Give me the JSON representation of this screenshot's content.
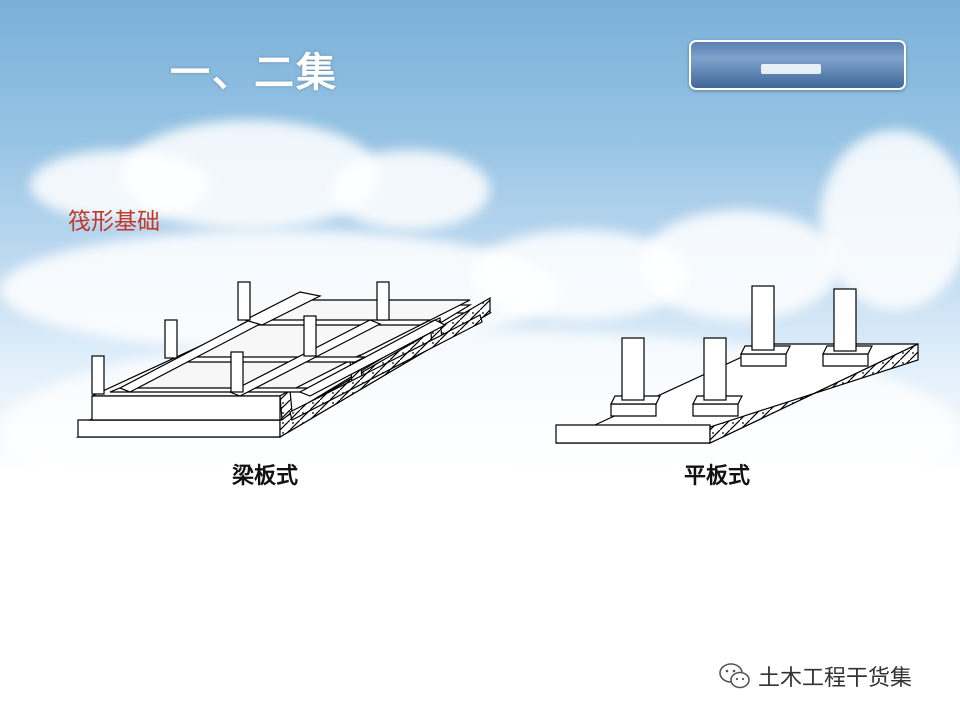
{
  "slide": {
    "title": "一、二集",
    "subtitle": "筏形基础",
    "caption_left": "梁板式",
    "caption_right": "平板式"
  },
  "watermark": {
    "icon": "wechat-icon",
    "text": "土木工程干货集"
  },
  "colors": {
    "subtitle": "#c0392b",
    "button": "#4a6fa0"
  }
}
